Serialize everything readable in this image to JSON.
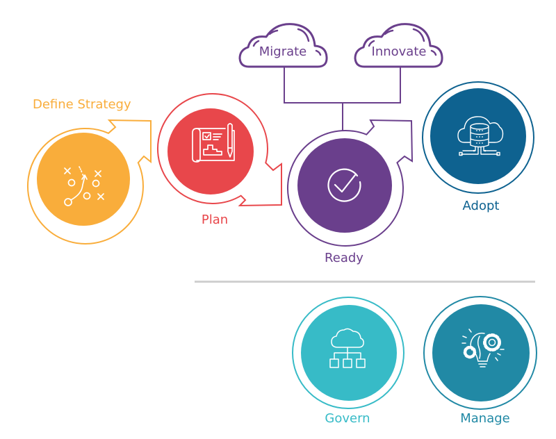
{
  "diagram": {
    "stages": {
      "define_strategy": {
        "label": "Define Strategy",
        "icon": "strategy-playbook-icon",
        "color": "#F9AD3B"
      },
      "plan": {
        "label": "Plan",
        "icon": "blueprint-plan-icon",
        "color": "#E8474B"
      },
      "ready": {
        "label": "Ready",
        "icon": "checkmark-circle-icon",
        "color": "#6A3F8C"
      },
      "adopt": {
        "label": "Adopt",
        "icon": "cloud-database-icon",
        "color": "#0E6290"
      },
      "govern": {
        "label": "Govern",
        "icon": "cloud-hierarchy-icon",
        "color": "#37BBC7"
      },
      "manage": {
        "label": "Manage",
        "icon": "lightbulb-gears-icon",
        "color": "#2189A5"
      }
    },
    "clouds": {
      "migrate": {
        "label": "Migrate",
        "color": "#6A3F8C"
      },
      "innovate": {
        "label": "Innovate",
        "color": "#6A3F8C"
      }
    },
    "connector_color": "#6A3F8C",
    "divider_color": "#D0D0D0"
  }
}
